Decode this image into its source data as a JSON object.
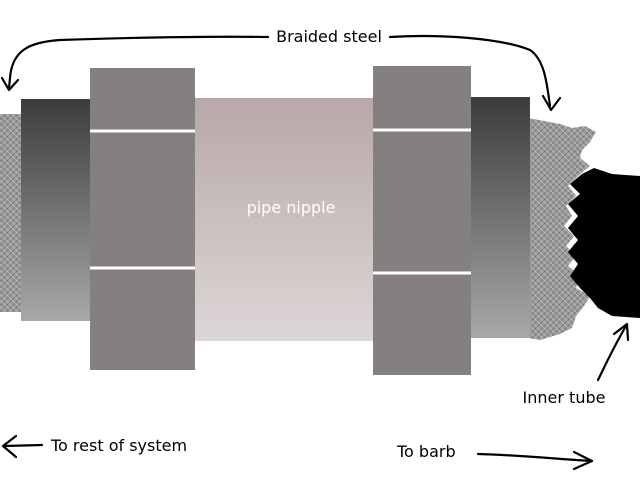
{
  "labels": {
    "top": "Braided steel",
    "center": "pipe nipple",
    "inner": "Inner tube",
    "left": "To rest of system",
    "right": "To barb"
  },
  "colors": {
    "braid": "#9a9a9a",
    "nut": "#858080",
    "nipple_top": "#b8a8a8",
    "nipple_bottom": "#ddd6d6",
    "ferrule_dark": "#3c3c3c",
    "ferrule_light": "#a8a8a8",
    "inner_tube": "#000000",
    "ink": "#000000",
    "hex_line": "#ffffff",
    "label_on_nipple": "#ffffff"
  }
}
